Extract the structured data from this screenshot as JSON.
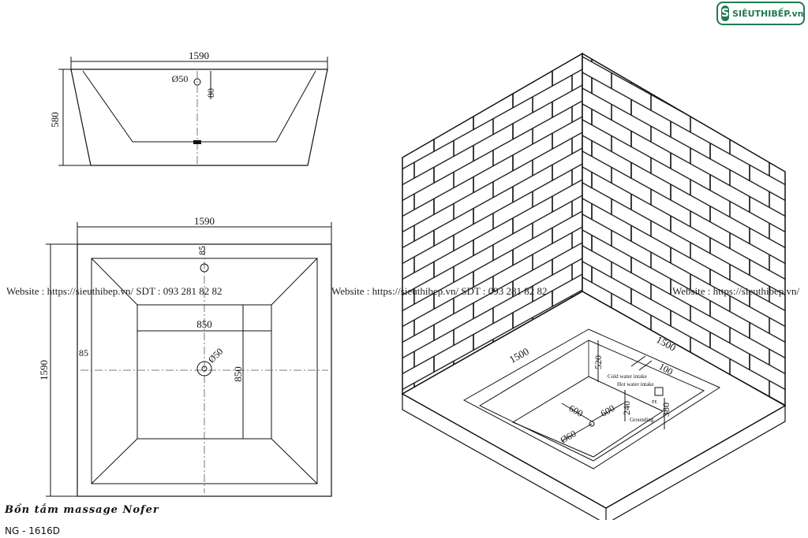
{
  "logo": {
    "mark": "S",
    "text": "SIÊUTHIBẾP.vn"
  },
  "side_view": {
    "width": "1590",
    "height": "580",
    "drain_dia": "Ø50",
    "drain_offset": "80"
  },
  "top_view": {
    "width": "1590",
    "height": "1590",
    "inner_width": "850",
    "inner_height": "850",
    "edge_top": "85",
    "edge_left": "85",
    "drain_dia": "Ø50"
  },
  "install_view": {
    "len1": "1500",
    "len2": "1500",
    "dim_520": "520",
    "dim_100": "100",
    "dim_600a": "600",
    "dim_600b": "600",
    "dim_240": "240",
    "dim_380": "380",
    "drain_dia": "Ø60",
    "cold_water": "Cold water intake",
    "hot_water": "Hot water intake",
    "grounding": "Grounding",
    "pe_label": "PE"
  },
  "watermarks": [
    "Website : https://sieuthibep.vn/     SDT : 093 281 82 82",
    "Website : https://sieuthibep.vn/ SDT : 093 281 82 82",
    "Website : https://sieuthibep.vn/"
  ],
  "caption": {
    "title": "Bồn tắm massage Nofer",
    "model": "NG - 1616D"
  }
}
